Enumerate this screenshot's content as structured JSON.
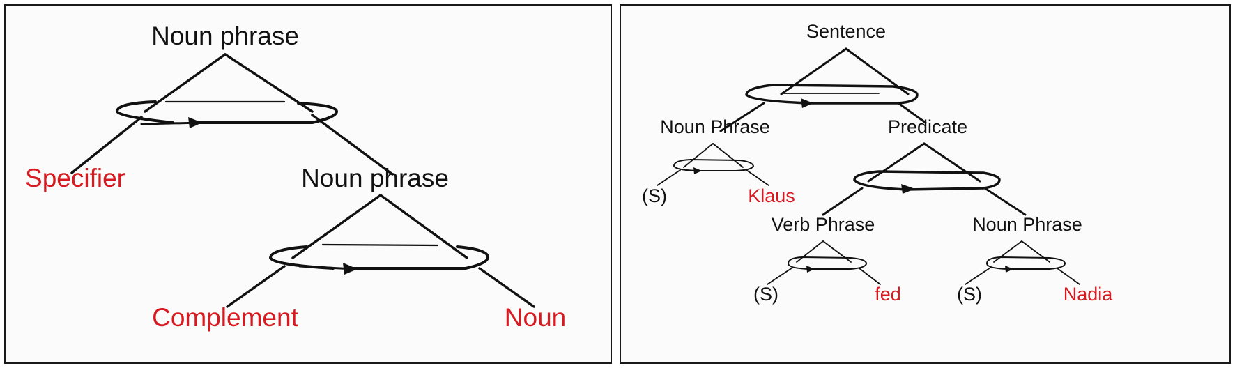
{
  "colors": {
    "label": "#111111",
    "highlight": "#d71920",
    "border": "#1a1a1a",
    "background": "#fbfbfb"
  },
  "left_panel": {
    "root": "Noun phrase",
    "specifier": "Specifier",
    "inner": "Noun phrase",
    "complement": "Complement",
    "noun": "Noun"
  },
  "right_panel": {
    "root": "Sentence",
    "subject_np": "Noun Phrase",
    "subject_s": "(S)",
    "subject_word": "Klaus",
    "predicate": "Predicate",
    "verb_phrase": "Verb Phrase",
    "verb_s": "(S)",
    "verb_word": "fed",
    "object_np": "Noun Phrase",
    "object_s": "(S)",
    "object_word": "Nadia"
  }
}
